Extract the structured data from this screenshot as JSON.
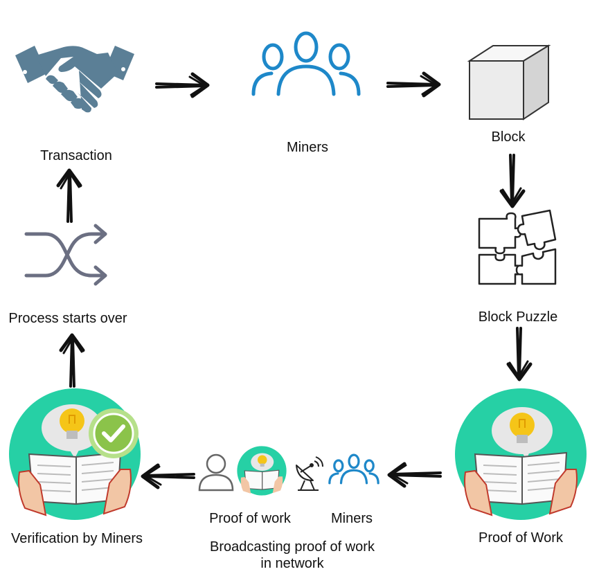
{
  "labels": {
    "transaction": "Transaction",
    "miners_top": "Miners",
    "block": "Block",
    "block_puzzle": "Block Puzzle",
    "proof_of_work_right": "Proof of Work",
    "proof_of_work_small": "Proof of work",
    "miners_small": "Miners",
    "broadcasting": "Broadcasting proof of work",
    "broadcasting_line2": "in network",
    "verification": "Verification by Miners",
    "process_starts_over": "Process starts over"
  },
  "colors": {
    "handshake": "#5b7f96",
    "miners_blue": "#1e88c9",
    "teal": "#26d0a5",
    "bulb": "#f5c518",
    "check_green": "#8bc34a",
    "shuffle_gray": "#6b6f82"
  },
  "icons": [
    "handshake-icon",
    "miners-icon",
    "block-cube-icon",
    "puzzle-icon",
    "proof-of-work-icon",
    "person-icon",
    "satellite-dish-icon",
    "verification-icon",
    "shuffle-icon"
  ]
}
